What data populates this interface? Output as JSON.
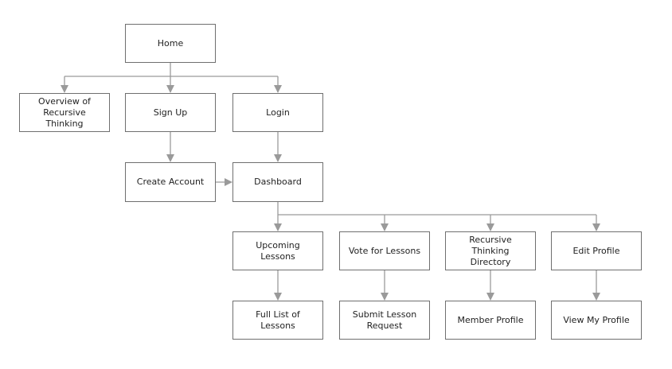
{
  "colors": {
    "connector": "#9a9a9a",
    "border": "#6f6f6f",
    "text": "#222222"
  },
  "nodes": {
    "home": "Home",
    "overview": "Overview of\nRecursive Thinking",
    "signup": "Sign Up",
    "login": "Login",
    "create_account": "Create Account",
    "dashboard": "Dashboard",
    "upcoming": "Upcoming Lessons",
    "vote": "Vote for Lessons",
    "directory": "Recursive Thinking\nDirectory",
    "edit_profile": "Edit Profile",
    "full_list": "Full List of Lessons",
    "submit_request": "Submit Lesson\nRequest",
    "member_profile": "Member Profile",
    "view_my_profile": "View My Profile"
  }
}
